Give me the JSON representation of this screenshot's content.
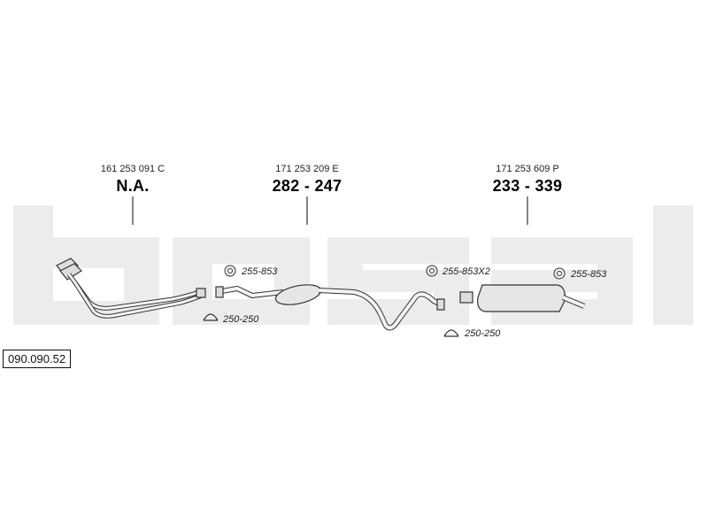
{
  "diagram_id": "090.090.52",
  "brand_watermark": "bosal",
  "sections": [
    {
      "ref": "161 253 091 C",
      "code": "N.A."
    },
    {
      "ref": "171 253 209 E",
      "code": "282 - 247"
    },
    {
      "ref": "171 253 609 P",
      "code": "233 - 339"
    }
  ],
  "fittings": [
    {
      "label": "255-853",
      "icon": "bolt-nut-icon"
    },
    {
      "label": "250-250",
      "icon": "clamp-ring-icon"
    },
    {
      "label": "255-853X2",
      "icon": "bolt-nut-icon"
    },
    {
      "label": "250-250",
      "icon": "clamp-ring-icon"
    },
    {
      "label": "255-853",
      "icon": "bolt-nut-icon"
    }
  ],
  "colors": {
    "watermark": "#ececec",
    "line": "#333333",
    "part_fill": "#e6e6e6"
  }
}
